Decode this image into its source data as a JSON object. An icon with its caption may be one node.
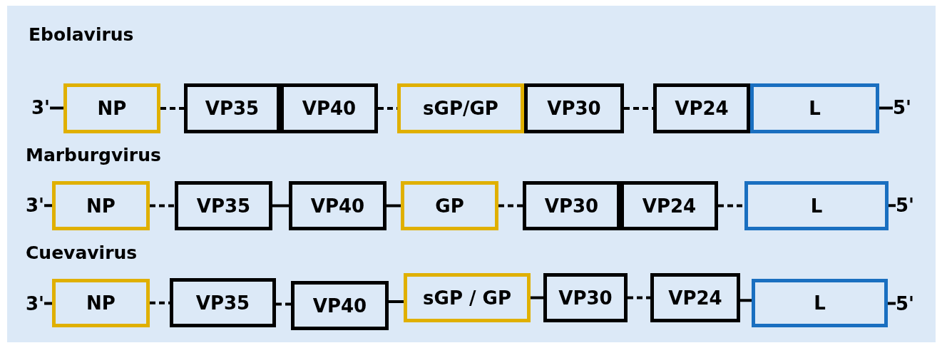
{
  "diagram": {
    "nodes": [
      {
        "text": [
          "3'"
        ]
      },
      {
        "text": [
          "NP"
        ]
      },
      {
        "text": [
          "VP35"
        ]
      },
      {
        "text": [
          "VP40"
        ]
      },
      {
        "text": [
          "sGP/GP"
        ]
      },
      {
        "text": [
          "VP30"
        ]
      },
      {
        "text": [
          "VP24"
        ]
      },
      {
        "text": [
          "L"
        ]
      },
      {
        "text": [
          "5'"
        ]
      },
      {
        "text": [
          "3'"
        ]
      },
      {
        "text": [
          "NP"
        ]
      },
      {
        "text": [
          "VP35"
        ]
      },
      {
        "text": [
          "VP40"
        ]
      },
      {
        "text": [
          "GP"
        ]
      },
      {
        "text": [
          "VP30"
        ]
      },
      {
        "text": [
          "VP24"
        ]
      },
      {
        "text": [
          "L"
        ]
      },
      {
        "text": [
          "5'"
        ]
      },
      {
        "text": [
          "3'"
        ]
      },
      {
        "text": [
          "NP"
        ]
      },
      {
        "text": [
          "VP35"
        ]
      },
      {
        "text": [
          "VP40"
        ]
      },
      {
        "text": [
          "sGP / GP"
        ]
      },
      {
        "text": [
          "VP30"
        ]
      },
      {
        "text": [
          "VP24"
        ]
      },
      {
        "text": [
          "L"
        ]
      },
      {
        "text": [
          "5'"
        ]
      }
    ],
    "edges": [
      {
        "from": 0,
        "to": 1,
        "arrow": "none"
      },
      {
        "from": 1,
        "to": 2,
        "arrow": "none",
        "style": "dashed"
      },
      {
        "from": 3,
        "to": 4,
        "arrow": "none",
        "style": "dashed"
      },
      {
        "from": 5,
        "to": 6,
        "arrow": "none",
        "style": "dashed"
      },
      {
        "from": 7,
        "to": 8,
        "arrow": "none"
      },
      {
        "from": 9,
        "to": 10,
        "arrow": "none"
      },
      {
        "from": 10,
        "to": 11,
        "arrow": "none",
        "style": "dashed"
      },
      {
        "from": 11,
        "to": 12,
        "arrow": "none"
      },
      {
        "from": 12,
        "to": 13,
        "arrow": "none"
      },
      {
        "from": 13,
        "to": 14,
        "arrow": "none",
        "style": "dashed"
      },
      {
        "from": 15,
        "to": 16,
        "arrow": "none",
        "style": "dashed"
      },
      {
        "from": 16,
        "to": 17,
        "arrow": "none"
      },
      {
        "from": 18,
        "to": 19,
        "arrow": "none"
      },
      {
        "from": 19,
        "to": 20,
        "arrow": "none",
        "style": "dashed"
      },
      {
        "from": 20,
        "to": 21,
        "arrow": "none",
        "style": "dashed"
      },
      {
        "from": 21,
        "to": 22,
        "arrow": "none"
      },
      {
        "from": 22,
        "to": 23,
        "arrow": "none"
      },
      {
        "from": 23,
        "to": 24,
        "arrow": "none",
        "style": "dashed"
      },
      {
        "from": 24,
        "to": 25,
        "arrow": "none"
      },
      {
        "from": 25,
        "to": 26,
        "arrow": "none"
      }
    ],
    "labels": [
      "Ebolavirus",
      "Marburgvirus",
      "Cuevavirus"
    ]
  }
}
